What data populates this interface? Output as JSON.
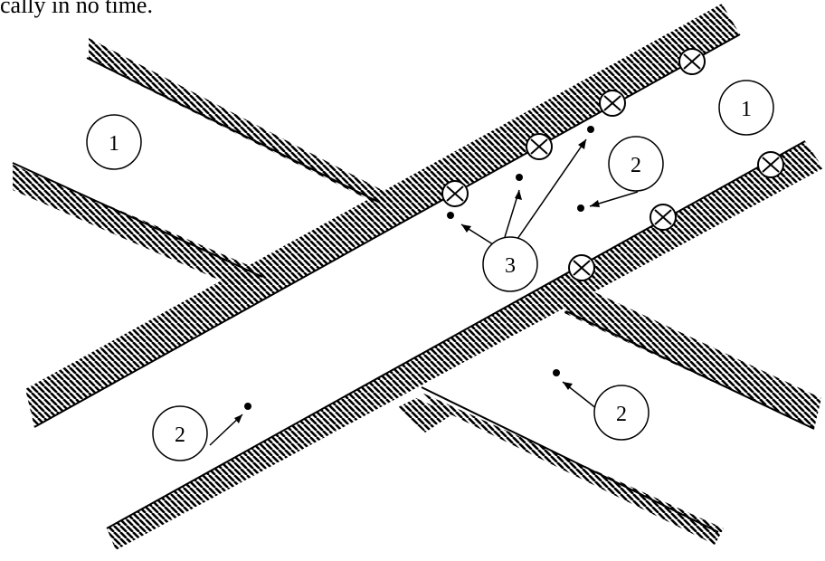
{
  "caption": "cally in no time.",
  "labels": {
    "region_1": "1",
    "region_2": "2",
    "region_3": "3"
  },
  "colors": {
    "ink": "#000000",
    "paper": "#ffffff"
  }
}
